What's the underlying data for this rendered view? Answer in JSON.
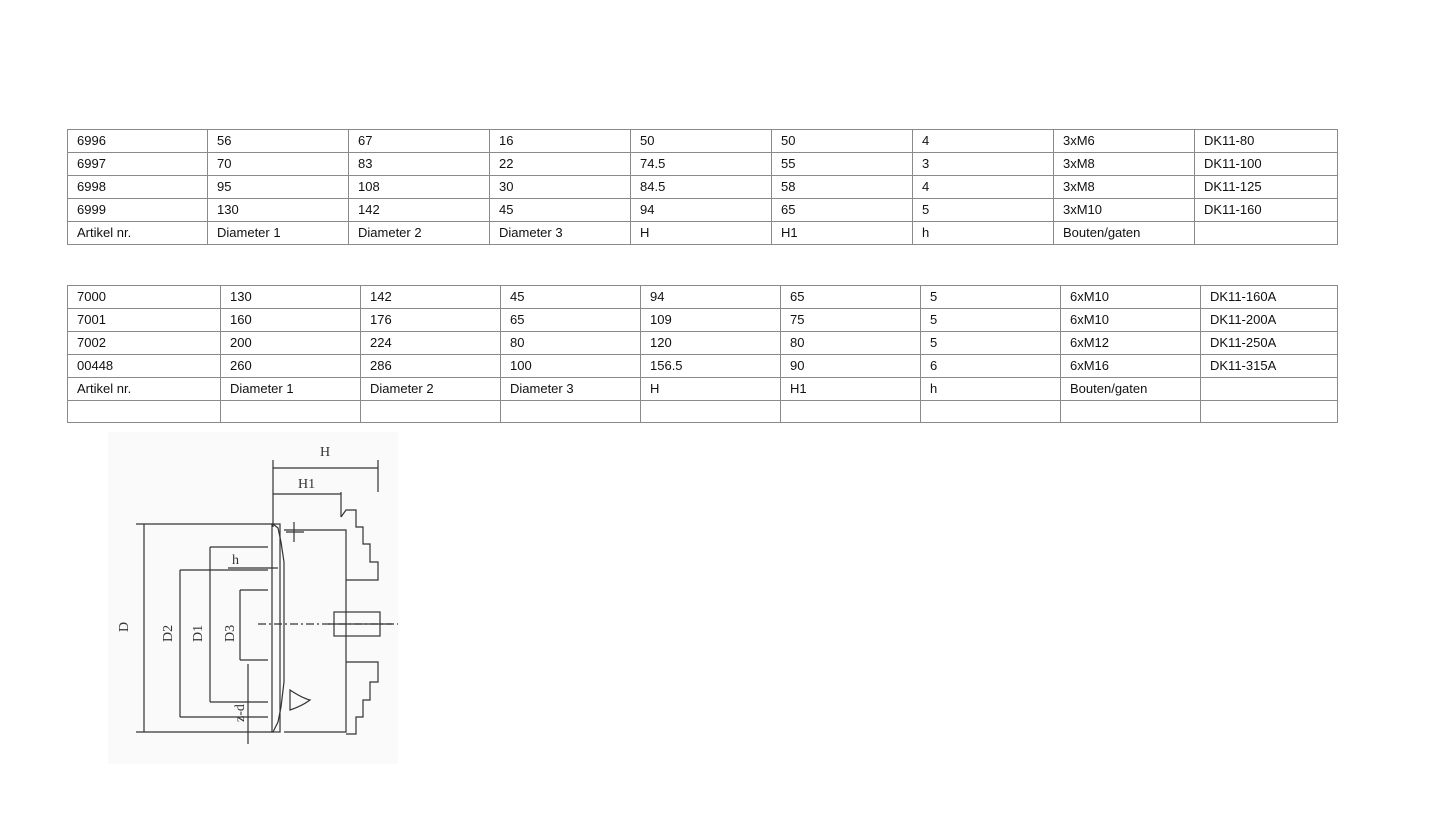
{
  "table1": {
    "rows": [
      [
        "6996",
        "56",
        "67",
        "16",
        "50",
        "50",
        "4",
        "3xM6",
        "DK11-80"
      ],
      [
        "6997",
        "70",
        "83",
        "22",
        "74.5",
        "55",
        "3",
        "3xM8",
        "DK11-100"
      ],
      [
        "6998",
        "95",
        "108",
        "30",
        "84.5",
        "58",
        "4",
        "3xM8",
        "DK11-125"
      ],
      [
        "6999",
        "130",
        "142",
        "45",
        "94",
        "65",
        "5",
        "3xM10",
        "DK11-160"
      ],
      [
        "Artikel nr.",
        "Diameter 1",
        "Diameter 2",
        "Diameter 3",
        "H",
        "H1",
        "h",
        "Bouten/gaten",
        ""
      ]
    ]
  },
  "table2": {
    "rows": [
      [
        "7000",
        "130",
        "142",
        "45",
        "94",
        "65",
        "5",
        "6xM10",
        "DK11-160A"
      ],
      [
        "7001",
        "160",
        "176",
        "65",
        "109",
        "75",
        "5",
        "6xM10",
        "DK11-200A"
      ],
      [
        "7002",
        "200",
        "224",
        "80",
        "120",
        "80",
        "5",
        "6xM12",
        "DK11-250A"
      ],
      [
        "00448",
        "260",
        "286",
        "100",
        "156.5",
        "90",
        "6",
        "6xM16",
        "DK11-315A"
      ],
      [
        "Artikel nr.",
        "Diameter 1",
        "Diameter 2",
        "Diameter 3",
        "H",
        "H1",
        "h",
        "Bouten/gaten",
        ""
      ],
      [
        "",
        "",
        "",
        "",
        "",
        "",
        "",
        "",
        ""
      ]
    ]
  },
  "drawing": {
    "labels": {
      "H": "H",
      "H1": "H1",
      "h": "h",
      "D": "D",
      "D2": "D2",
      "D1": "D1",
      "D3": "D3",
      "zd": "z-d"
    }
  }
}
